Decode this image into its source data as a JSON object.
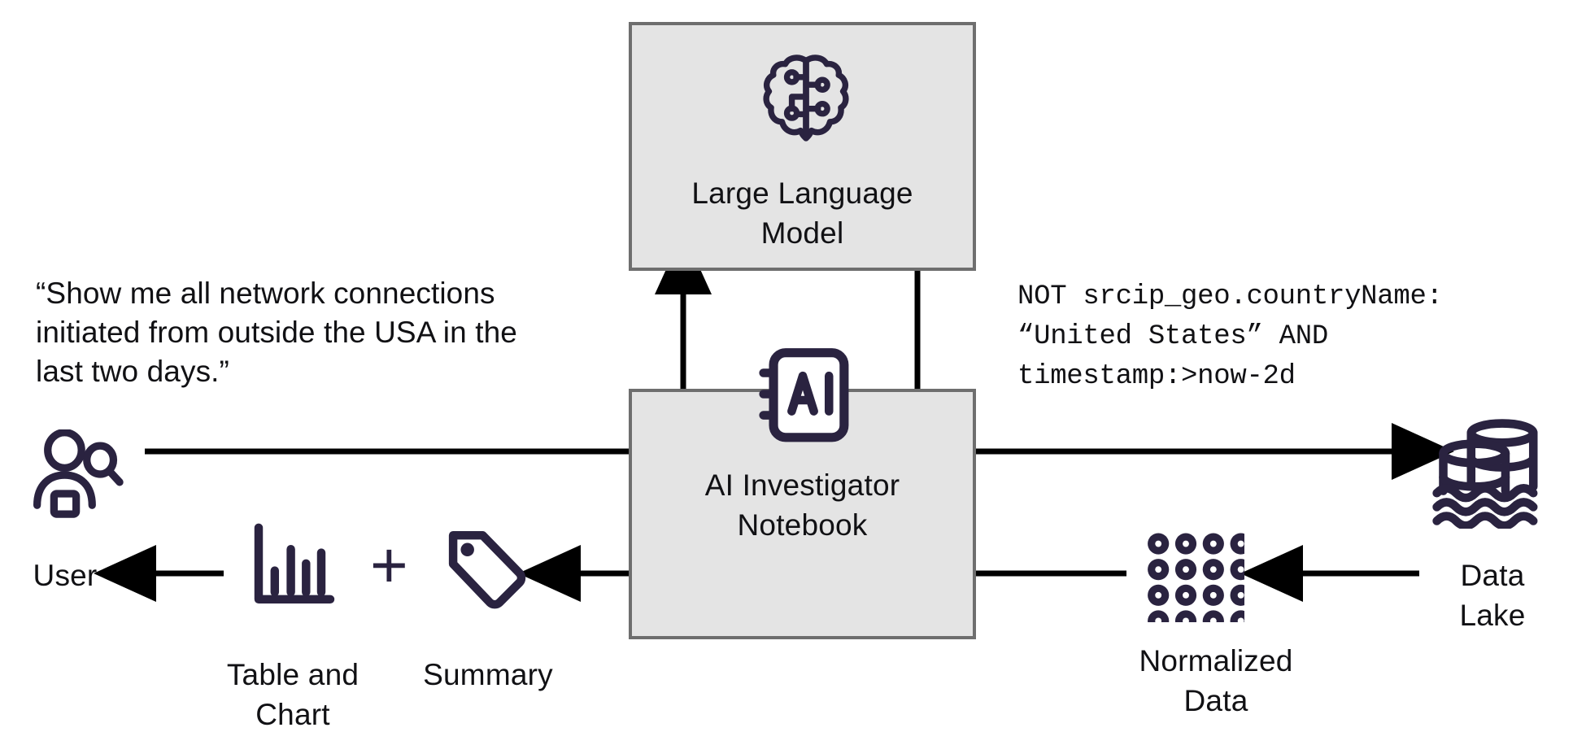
{
  "diagram": {
    "title": "AI Investigator Notebook data flow",
    "colors": {
      "icon_navy": "#2a2340",
      "box_fill": "#e4e4e4",
      "box_border": "#6e6e6e",
      "arrow": "#000000",
      "text": "#111114",
      "background": "#ffffff"
    }
  },
  "nodes": {
    "llm": {
      "label": "Large Language\nModel",
      "icon": "brain-icon"
    },
    "notebook": {
      "label": "AI Investigator\nNotebook",
      "icon": "ai-notebook-icon"
    },
    "user": {
      "label": "User",
      "icon": "user-search-icon"
    },
    "data_lake": {
      "label": "Data\nLake",
      "icon": "data-lake-icon"
    },
    "normalized_data": {
      "label": "Normalized\nData",
      "icon": "dot-grid-icon"
    },
    "table_and_chart": {
      "label": "Table and\nChart",
      "icon": "bar-chart-icon"
    },
    "summary": {
      "label": "Summary",
      "icon": "tag-icon"
    },
    "plus": {
      "label": "+"
    }
  },
  "annotations": {
    "user_question": "“Show me all network connections initiated from outside the USA in the last two days.”",
    "generated_query": "NOT srcip_geo.countryName:\n“United States” AND\ntimestamp:>now-2d"
  },
  "chart_icon": {
    "type": "bar",
    "bar_heights": [
      56,
      72,
      46,
      68
    ]
  }
}
